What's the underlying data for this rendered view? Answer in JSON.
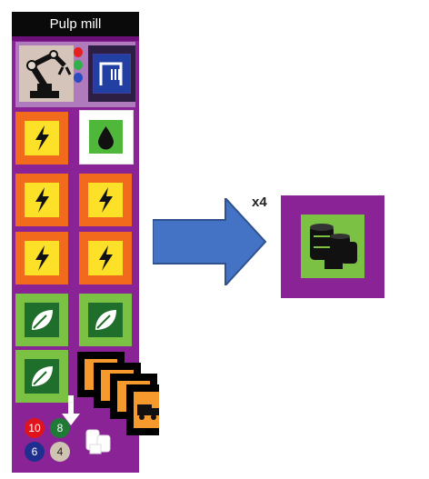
{
  "card": {
    "title": "Pulp mill",
    "robot_icon": "robot-arm-icon",
    "gear_icon": "gear-factory-icon",
    "indicator_colors": [
      "#e62020",
      "#2fb04a",
      "#2b4bc2"
    ],
    "tiles": [
      {
        "type": "energy",
        "icon": "lightning-icon"
      },
      {
        "type": "water",
        "icon": "water-drop-icon"
      },
      {
        "type": "energy",
        "icon": "lightning-icon"
      },
      {
        "type": "energy",
        "icon": "lightning-icon"
      },
      {
        "type": "energy",
        "icon": "lightning-icon"
      },
      {
        "type": "energy",
        "icon": "lightning-icon"
      },
      {
        "type": "biomass",
        "icon": "leaf-icon"
      },
      {
        "type": "biomass",
        "icon": "leaf-icon"
      },
      {
        "type": "biomass",
        "icon": "leaf-icon"
      }
    ],
    "stacked_truck_cards": 4,
    "output_icon": "barrels-icon",
    "costs": [
      {
        "value": "10",
        "color": "#e1131b"
      },
      {
        "value": "8",
        "color": "#1f7a36"
      },
      {
        "value": "6",
        "color": "#1f2f8f"
      },
      {
        "value": "4",
        "color": "#cfc3b2"
      }
    ]
  },
  "transform": {
    "arrow_icon": "right-arrow-icon",
    "multiplier": "x4",
    "result_icon": "barrels-icon"
  }
}
